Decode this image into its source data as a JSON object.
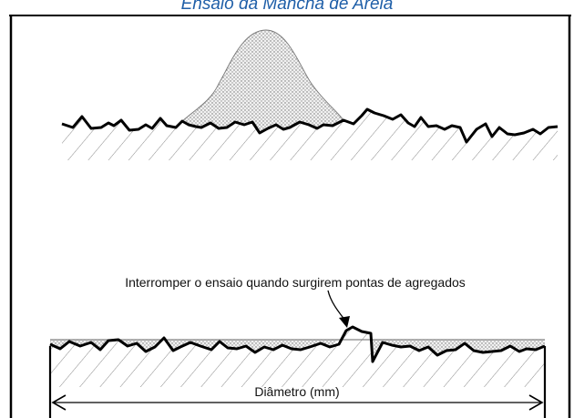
{
  "figure": {
    "title": "Ensaio da Mancha de Areia",
    "annotation": "Interromper o ensaio quando surgirem pontas de agregados",
    "dimension_label": "Diâmetro (mm)"
  }
}
